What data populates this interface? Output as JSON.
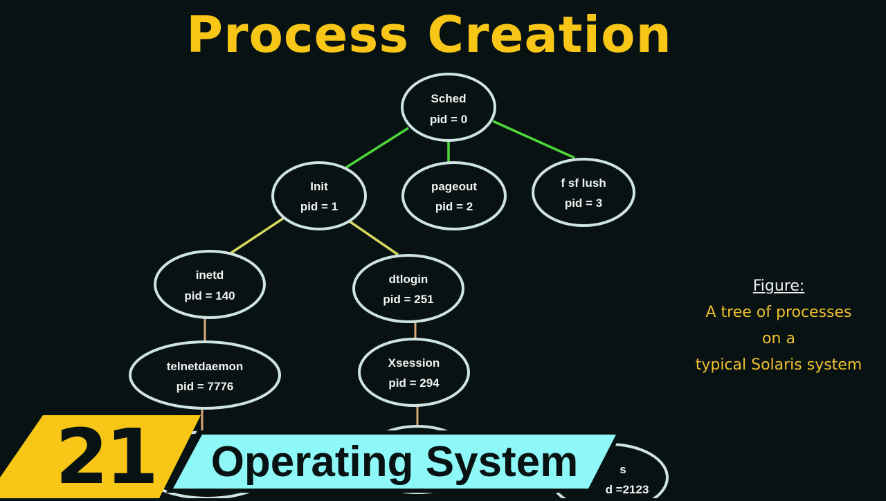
{
  "title": "Process Creation",
  "caption": {
    "heading": "Figure:",
    "lines": [
      "A tree of processes",
      "on a",
      "typical Solaris system"
    ]
  },
  "tree": {
    "nodes": [
      {
        "id": "sched",
        "name": "Sched",
        "pid": "pid = 0"
      },
      {
        "id": "init",
        "name": "Init",
        "pid": "pid = 1"
      },
      {
        "id": "pageout",
        "name": "pageout",
        "pid": "pid = 2"
      },
      {
        "id": "fsflush",
        "name": "f sf lush",
        "pid": "pid = 3"
      },
      {
        "id": "inetd",
        "name": "inetd",
        "pid": "pid = 140"
      },
      {
        "id": "dtlogin",
        "name": "dtlogin",
        "pid": "pid = 251"
      },
      {
        "id": "telnetdaemon",
        "name": "telnetdaemon",
        "pid": "pid = 7776"
      },
      {
        "id": "xsession",
        "name": "Xsession",
        "pid": "pid = 294"
      },
      {
        "id": "partial",
        "name": "s",
        "pid": "d =2123"
      }
    ],
    "edge_colors": {
      "sched": "#4fd83a",
      "init": "#d8d860",
      "lower": "#d9a878"
    },
    "node_stroke": "#cfe3e3"
  },
  "badge": {
    "number": "21",
    "series": "Operating System",
    "number_bg": "#f7c617",
    "series_bg": "#8ef7f7"
  }
}
